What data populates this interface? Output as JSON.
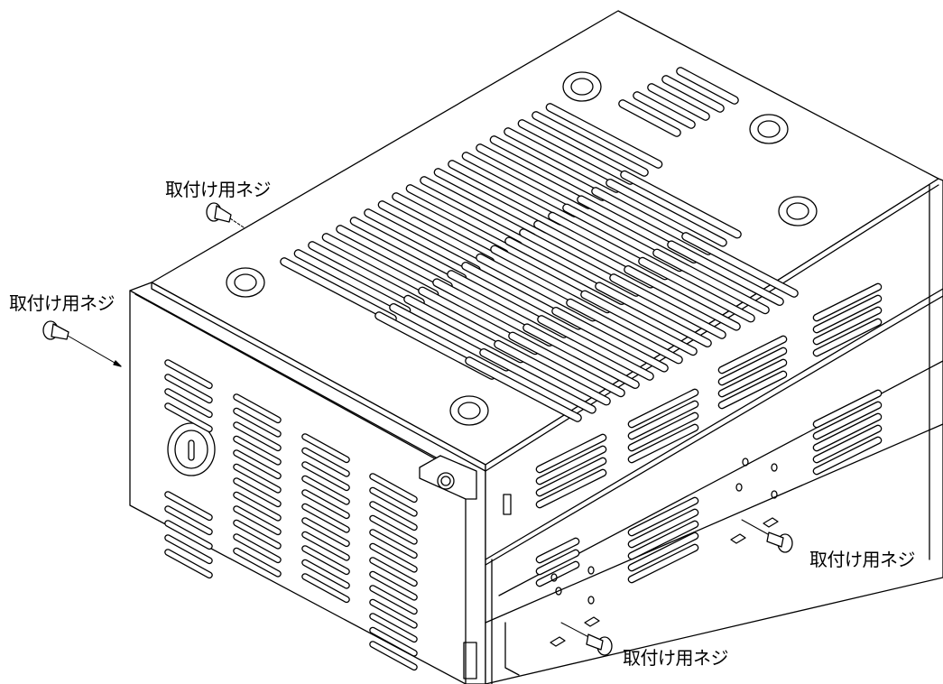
{
  "diagram": {
    "labels": {
      "screw_top_left": "取付け用ネジ",
      "screw_left": "取付け用ネジ",
      "screw_right": "取付け用ネジ",
      "screw_bottom": "取付け用ネジ"
    }
  }
}
